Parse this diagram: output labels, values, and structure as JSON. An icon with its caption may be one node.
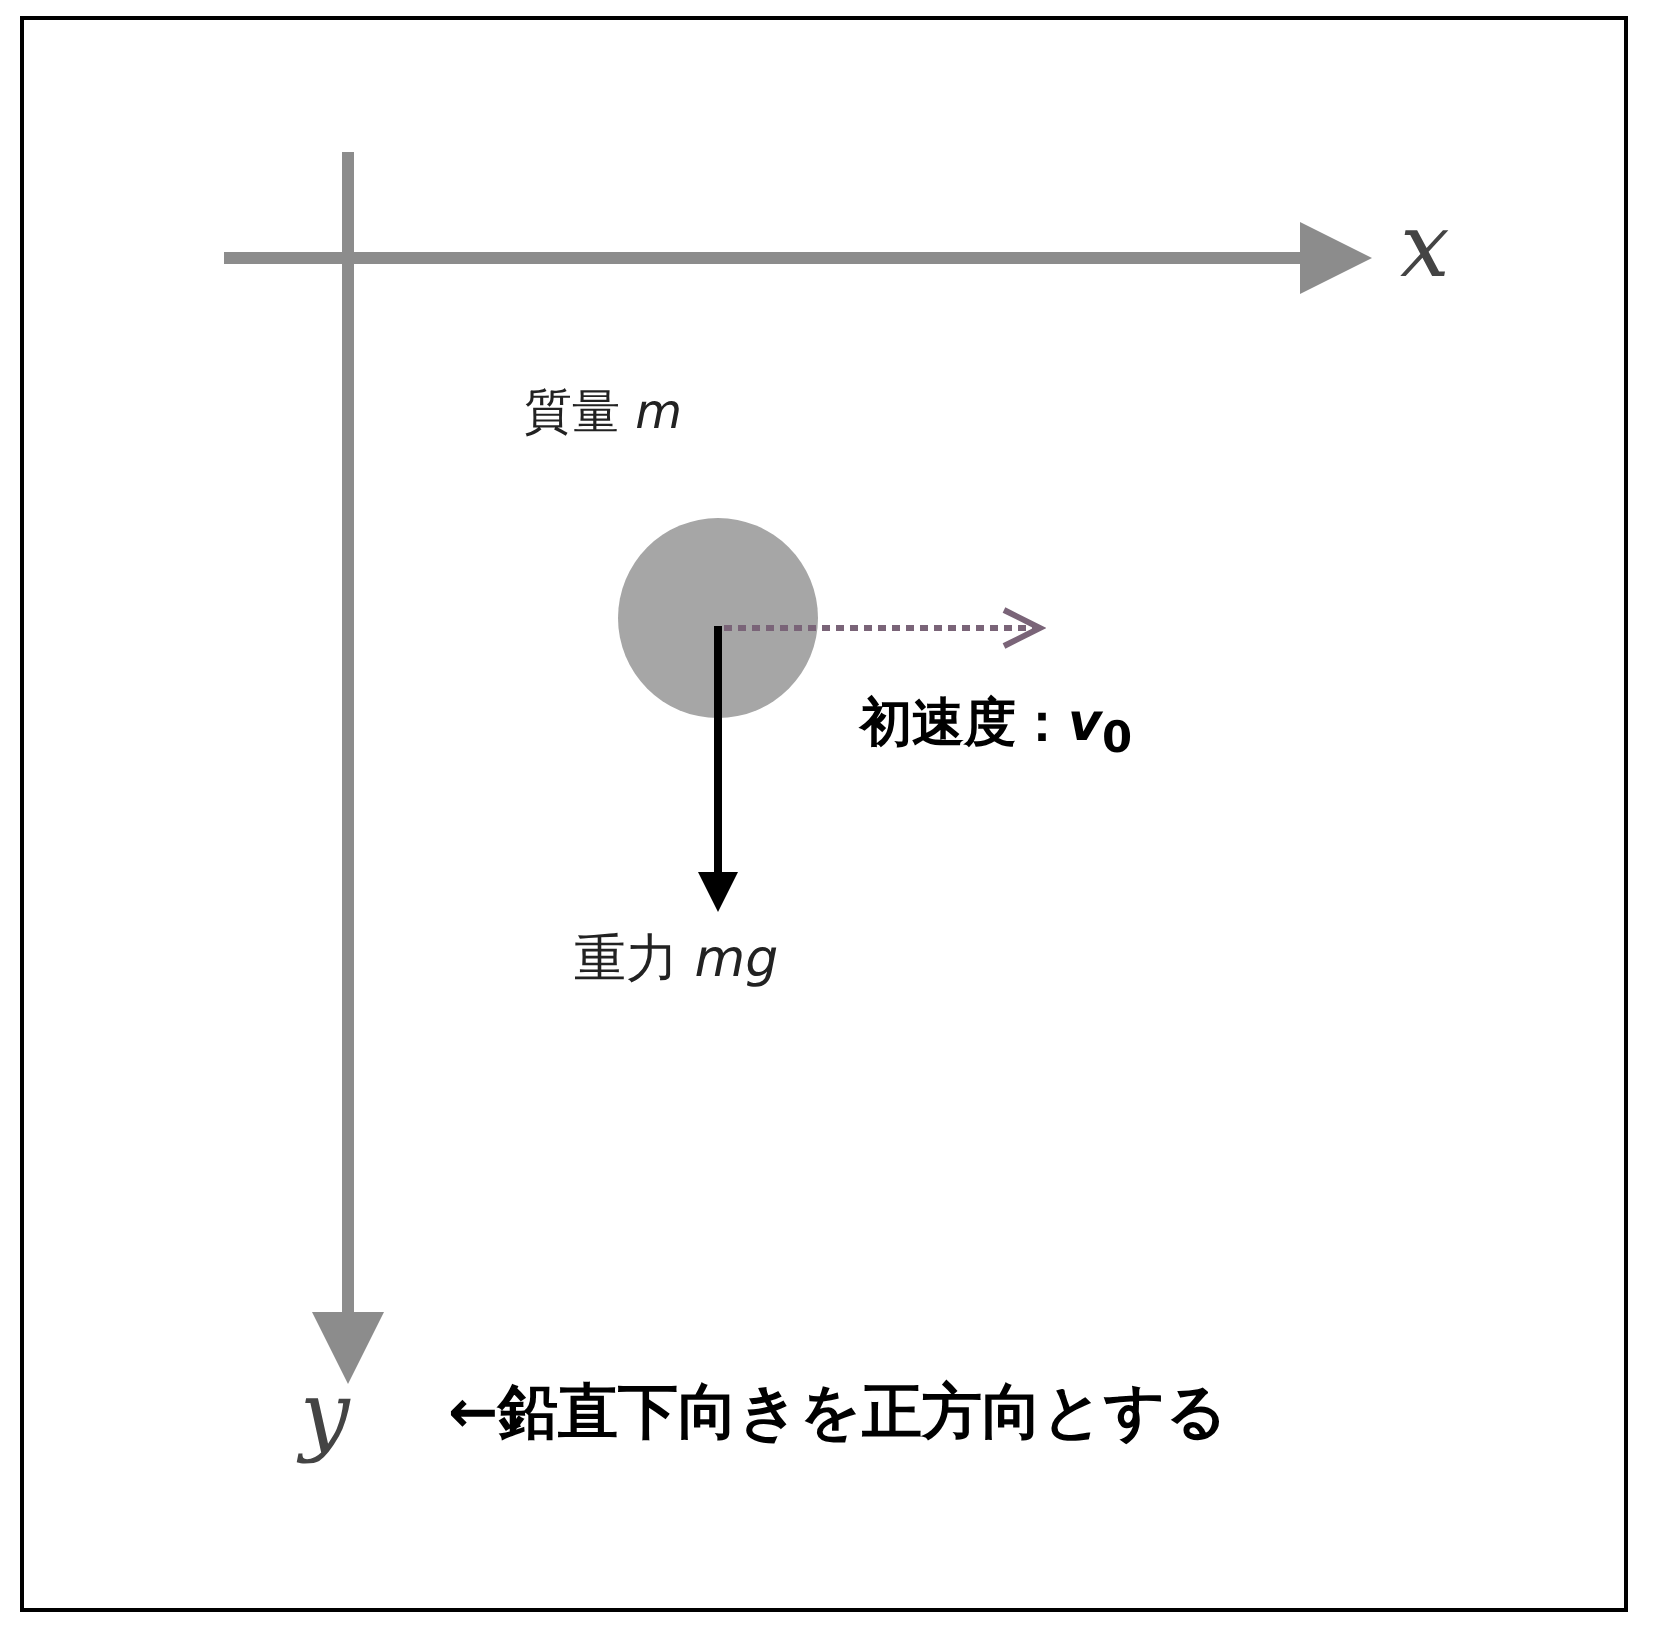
{
  "diagram": {
    "nodes": [
      {
        "text": [],
        "shape": "circle",
        "beside": [
          "質量 *m*"
        ]
      }
    ],
    "labels": [
      "x",
      "初速度：*v*$_{0}$",
      "重力 *mg*",
      "y",
      "←鉛直下向きを正方向とする"
    ]
  }
}
